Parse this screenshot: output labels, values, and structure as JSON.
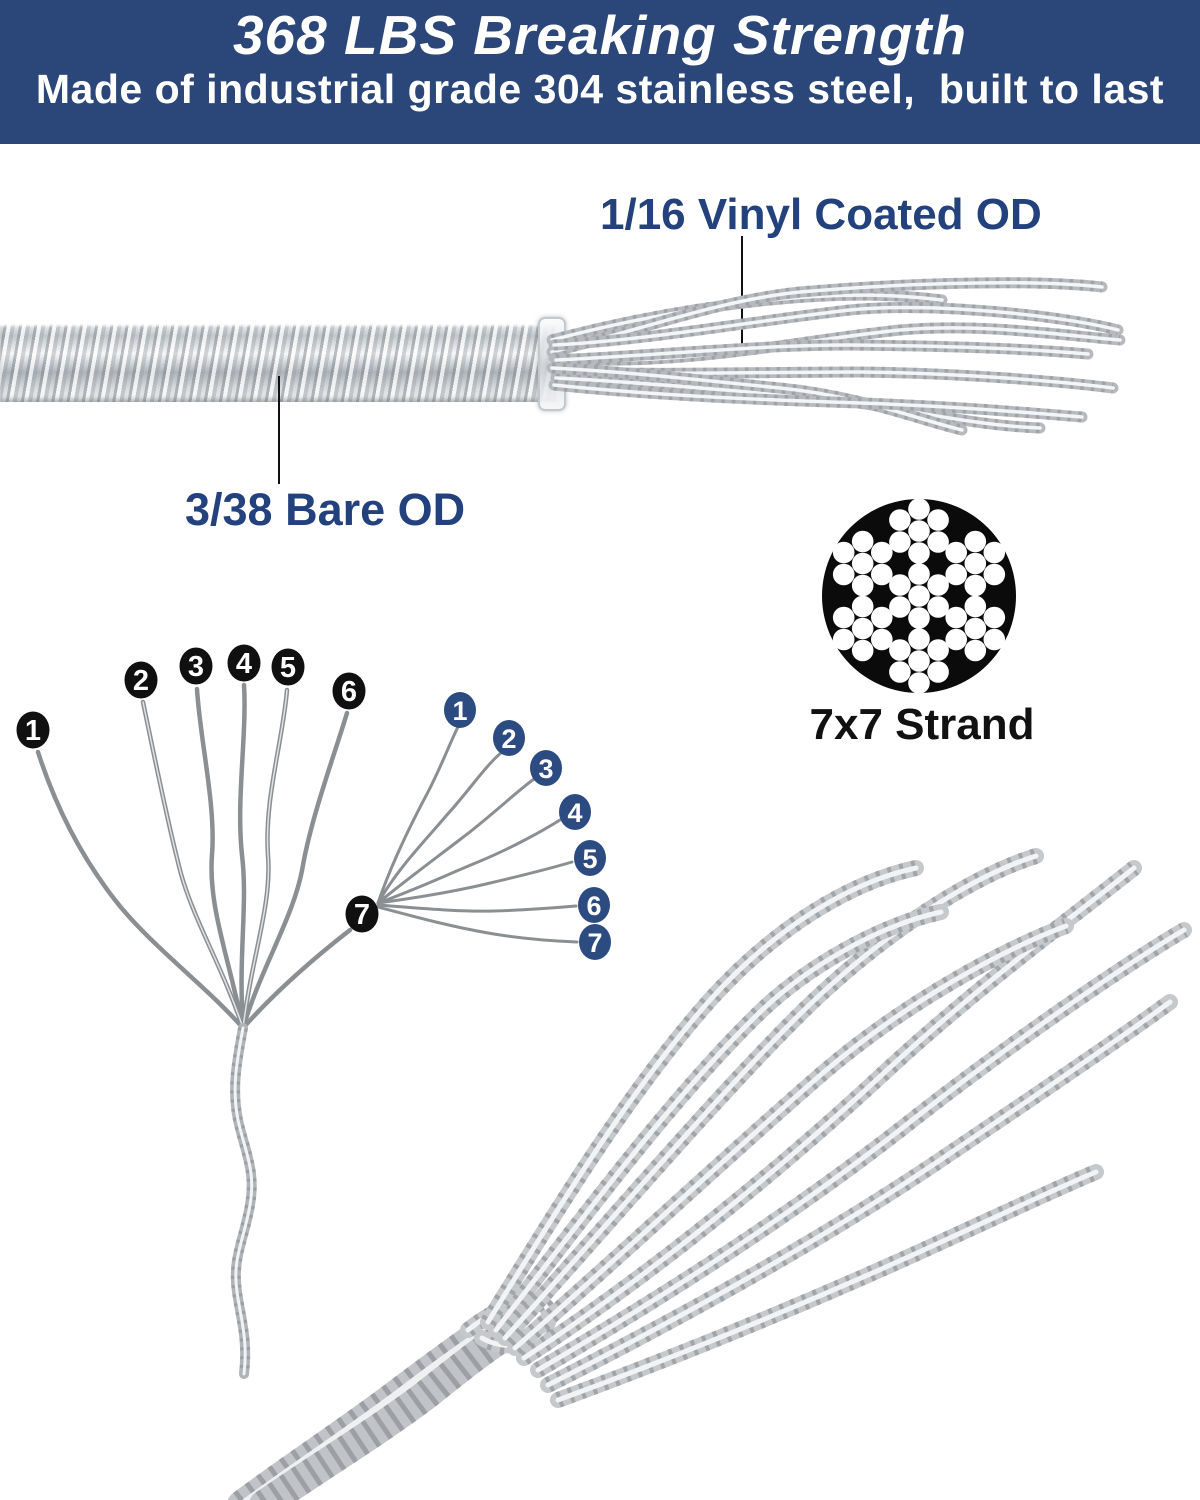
{
  "banner": {
    "title": "368 LBS Breaking Strength",
    "subtitle": "Made of industrial grade 304 stainless steel,  built to last",
    "bg_color": "#2B4679",
    "text_color": "#FFFFFF"
  },
  "labels": {
    "vinyl_od": "1/16 Vinyl Coated OD",
    "bare_od": "3/38 Bare OD",
    "color": "#23417C"
  },
  "cross_section": {
    "caption": "7x7 Strand",
    "circle_color": "#0B0B0B",
    "dot_color": "#FFFFFF"
  },
  "fan_diagram": {
    "black_strands": [
      "1",
      "2",
      "3",
      "4",
      "5",
      "6",
      "7"
    ],
    "blue_strands": [
      "1",
      "2",
      "3",
      "4",
      "5",
      "6",
      "7"
    ],
    "black_color": "#101010",
    "blue_color": "#2C4B80"
  }
}
